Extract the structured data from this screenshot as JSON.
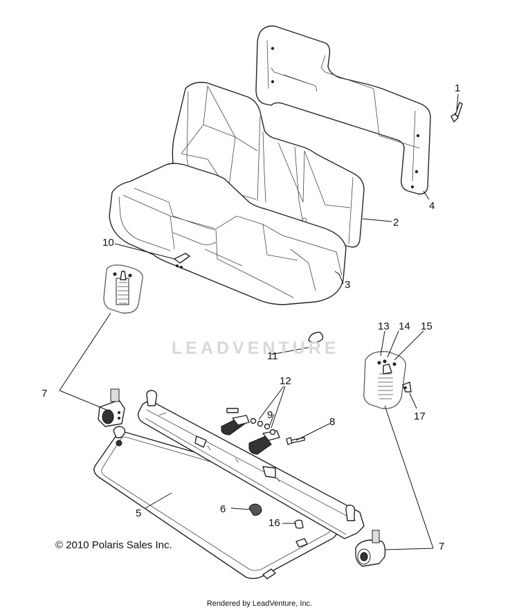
{
  "callouts": {
    "c1": "1",
    "c2": "2",
    "c3": "3",
    "c4": "4",
    "c5": "5",
    "c6": "6",
    "c7a": "7",
    "c7b": "7",
    "c8": "8",
    "c9": "9",
    "c10": "10",
    "c11": "11",
    "c12": "12",
    "c13": "13",
    "c14": "14",
    "c15": "15",
    "c16": "16",
    "c17": "17"
  },
  "copyright": "© 2010 Polaris Sales Inc.",
  "watermark": "LEADVENTURE",
  "rendered_by": "Rendered by LeadVenture, Inc."
}
